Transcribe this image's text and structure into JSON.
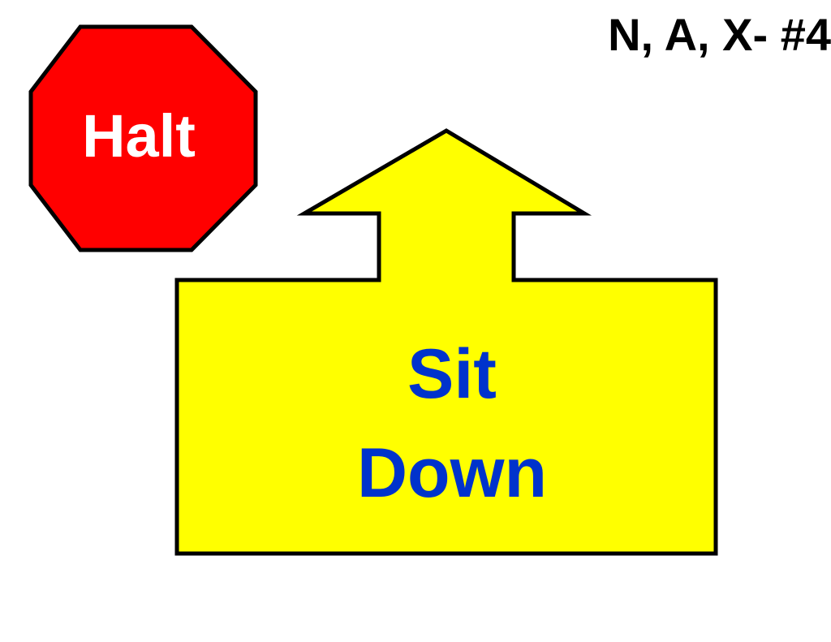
{
  "slide": {
    "id_label": "N, A, X- #4"
  },
  "stop_sign": {
    "label": "Halt",
    "fill_color": "#FF0000",
    "text_color": "#FFFFFF",
    "outline_color": "#000000"
  },
  "arrow_box": {
    "line1": "Sit",
    "line2": "Down",
    "fill_color": "#FFFF00",
    "text_color": "#0033CC",
    "outline_color": "#000000"
  }
}
